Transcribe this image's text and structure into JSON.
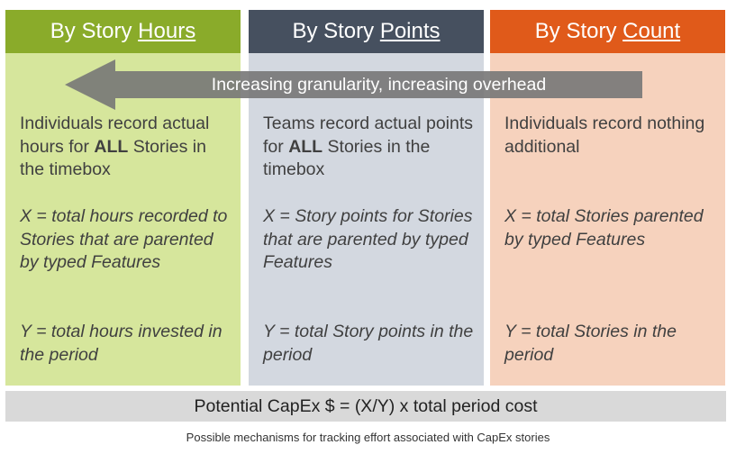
{
  "columns": [
    {
      "title_prefix": "By Story",
      "title_key": "Hours",
      "description_pre": "Individuals record actual hours for",
      "description_bold": "ALL",
      "description_post": "Stories in the timebox",
      "x_line": "X = total hours recorded to Stories that are parented by typed Features",
      "y_line": "Y = total hours invested in the period",
      "color": "#8aab2a",
      "bg_color": "#d6e69c"
    },
    {
      "title_prefix": "By Story",
      "title_key": "Points",
      "description_pre": "Teams record actual points for",
      "description_bold": "ALL",
      "description_post": "Stories in the timebox",
      "x_line": "X = Story points for Stories that are parented by typed Features",
      "y_line": "Y = total Story points in the period",
      "color": "#46505f",
      "bg_color": "#d3d8e0"
    },
    {
      "title_prefix": "By Story",
      "title_key": "Count",
      "description_pre": "Individuals record nothing additional",
      "description_bold": "",
      "description_post": "",
      "x_line": "X = total Stories parented by typed Features",
      "y_line": "Y = total Stories in the period",
      "color": "#e05a1a",
      "bg_color": "#f6d2bd"
    }
  ],
  "arrow": {
    "label": "Increasing granularity, increasing overhead",
    "direction": "left",
    "color": "#777777"
  },
  "formula": "Potential CapEx $ = (X/Y) x total period cost",
  "caption": "Possible mechanisms for tracking effort associated with CapEx stories"
}
